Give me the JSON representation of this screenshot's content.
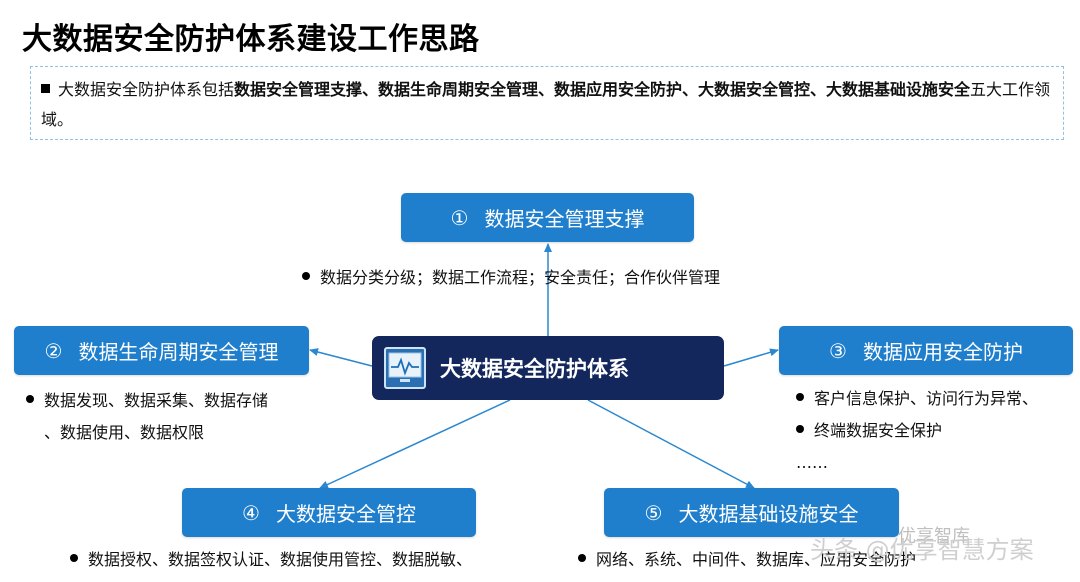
{
  "title": "大数据安全防护体系建设工作思路",
  "intro": {
    "prefix": "大数据安全防护体系包括",
    "bold": "数据安全管理支撑、数据生命周期安全管理、数据应用安全防护、大数据安全管控、大数据基础设施安全",
    "suffix": "五大工作领域。"
  },
  "center": {
    "label": "大数据安全防护体系",
    "icon": "monitor-icon"
  },
  "nodes": [
    {
      "num": "①",
      "label": "数据安全管理支撑"
    },
    {
      "num": "②",
      "label": "数据生命周期安全管理"
    },
    {
      "num": "③",
      "label": "数据应用安全防护"
    },
    {
      "num": "④",
      "label": "大数据安全管控"
    },
    {
      "num": "⑤",
      "label": "大数据基础设施安全"
    }
  ],
  "details": {
    "n1": [
      "数据分类分级；数据工作流程；安全责任；合作伙伴管理"
    ],
    "n2": [
      "数据发现、数据采集、数据存储",
      "、数据使用、数据权限"
    ],
    "n3": [
      "客户信息保护、访问行为异常、",
      "终端数据安全保护",
      "……"
    ],
    "n4": [
      "数据授权、数据签权认证、数据使用管控、数据脱敏、"
    ],
    "n5": [
      "网络、系统、中间件、数据库、应用安全防护"
    ]
  },
  "watermark": {
    "text": "头条 @优享智慧方案",
    "brand": "优享智库"
  },
  "colors": {
    "box": "#1f7fcc",
    "center": "#13275c",
    "arrow": "#2a87d0"
  }
}
